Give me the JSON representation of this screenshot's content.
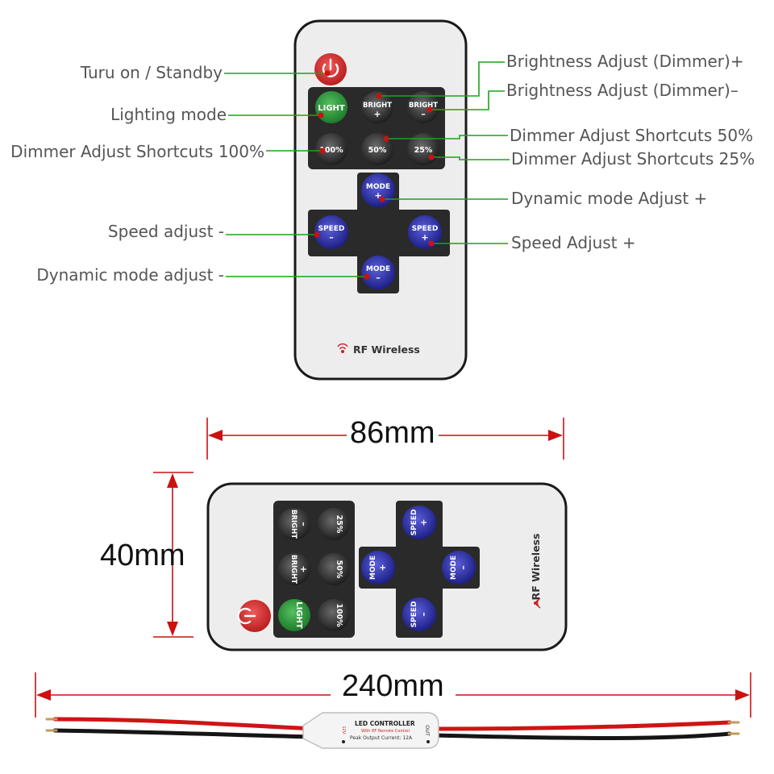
{
  "labels_left": {
    "power": "Turu on / Standby",
    "light": "Lighting mode",
    "b100": "Dimmer Adjust Shortcuts 100%",
    "speed_minus": "Speed adjust -",
    "mode_minus": "Dynamic mode adjust -"
  },
  "labels_right": {
    "bright_plus": "Brightness Adjust (Dimmer)+",
    "bright_minus": "Brightness Adjust (Dimmer)–",
    "b50": "Dimmer Adjust Shortcuts 50%",
    "b25": "Dimmer Adjust Shortcuts 25%",
    "mode_plus": "Dynamic mode Adjust +",
    "speed_plus": "Speed Adjust +"
  },
  "remote": {
    "light": "LIGHT",
    "bright": "BRIGHT",
    "plus": "+",
    "minus": "–",
    "p100": "100%",
    "p50": "50%",
    "p25": "25%",
    "mode": "MODE",
    "speed": "SPEED",
    "rf": "RF Wireless"
  },
  "dimensions": {
    "width": "86mm",
    "height": "40mm",
    "cable": "240mm"
  },
  "controller": {
    "title": "LED CONTROLLER",
    "subtitle": "With RF Remote Control",
    "spec": "Peak Output Current: 12A",
    "side_a": "12V-",
    "side_b": "OUT"
  },
  "colors": {
    "leader": "#1aa31a",
    "dot": "#cc1111",
    "dim_arrow": "#cc1111",
    "power": "#d92b2b",
    "light": "#2e9e3d",
    "mode_speed": "#2c2ea8",
    "dark_btn": "#2e2e2e"
  }
}
